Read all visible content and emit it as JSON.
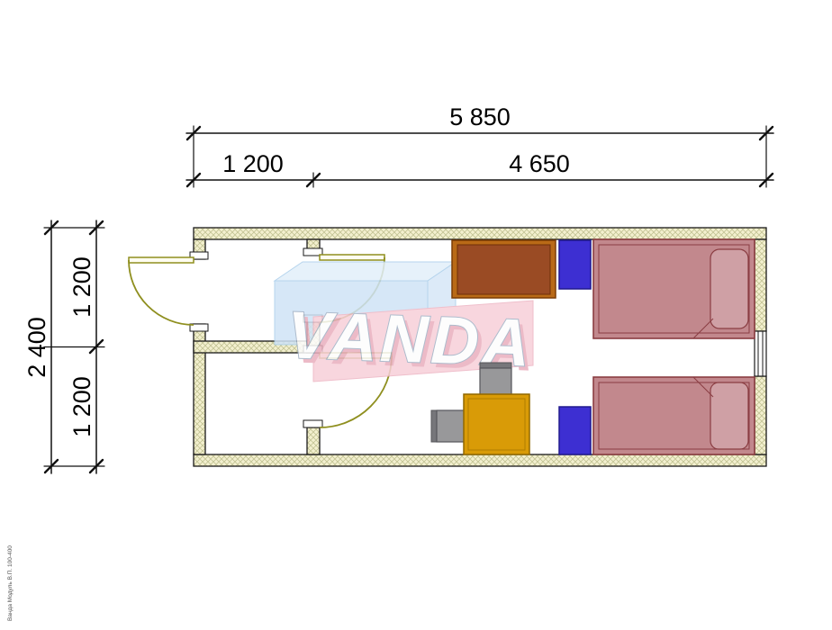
{
  "dimensions": {
    "top_total": "5 850",
    "top_left_segment": "1 200",
    "top_right_segment": "4 650",
    "side_total": "2 400",
    "side_top_segment": "1 200",
    "side_bottom_segment": "1 200"
  },
  "watermark": {
    "logo_text": "VANDA",
    "corner_note": "Ванда Модуль В.П. 100-400"
  },
  "legend": {
    "wall_fill": "#f3f0cf",
    "wall_hatch": "#c3c394",
    "door_swing_color": "#8f8f1f",
    "desk_fill": "#b96a17",
    "desk_top_fill": "#9a4b24",
    "cabinet_fill": "#3d2fd2",
    "bed_fill": "#c2888d",
    "bed_border": "#8a3d42",
    "pillow_fill": "#cfa0a5",
    "table_fill": "#d99b07",
    "chair_fill": "#98989a",
    "logo_blue": "#cfe3f6",
    "logo_pink": "#f7d0d9"
  }
}
